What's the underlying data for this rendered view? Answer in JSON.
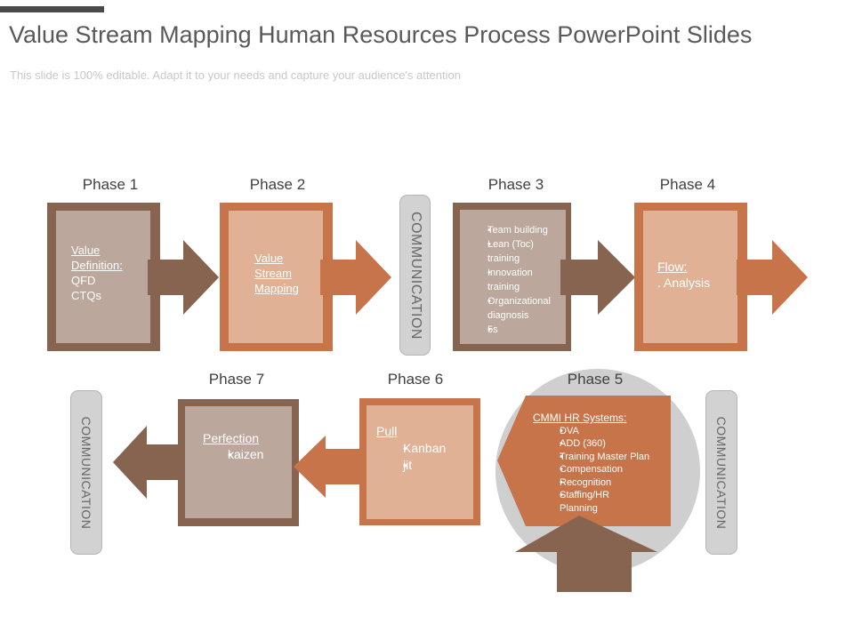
{
  "slide": {
    "title": "Value Stream Mapping Human Resources Process PowerPoint Slides",
    "subtitle": "This slide is 100% editable. Adapt it to your needs and capture your audience's attention"
  },
  "colors": {
    "dark_brown": "#86644f",
    "taupe": "#bba79b",
    "orange": "#c8744a",
    "peach": "#e0b194",
    "grey_circle": "#cfcfcf",
    "comm_fill": "#d2d2d2"
  },
  "phases": {
    "p1": {
      "label": "Phase 1",
      "heading": "Value Definition:",
      "lines": [
        "QFD",
        "CTQs"
      ]
    },
    "p2": {
      "label": "Phase 2",
      "heading": "Value Stream Mapping"
    },
    "p3": {
      "label": "Phase 3",
      "items": [
        "Team building",
        "Lean (Toc) training",
        "Innovation training",
        "Organizational diagnosis",
        "5s"
      ]
    },
    "p4": {
      "label": "Phase 4",
      "heading": "Flow:",
      "lines": [
        ". Analysis"
      ]
    },
    "p5": {
      "label": "Phase 5",
      "heading": "CMMI HR Systems:",
      "items": [
        "DVA",
        "ADD (360)",
        "Training Master Plan",
        "Compensation",
        "Recognition",
        "Staffing/HR Planning"
      ]
    },
    "p6": {
      "label": "Phase 6",
      "heading": "Pull",
      "items": [
        "Kanban",
        "jit"
      ]
    },
    "p7": {
      "label": "Phase 7",
      "heading": "Perfection",
      "items": [
        "kaizen"
      ]
    }
  },
  "communication": {
    "top": "COMMUNICATION",
    "left": "COMMUNICATION",
    "right": "COMMUNICATION"
  }
}
